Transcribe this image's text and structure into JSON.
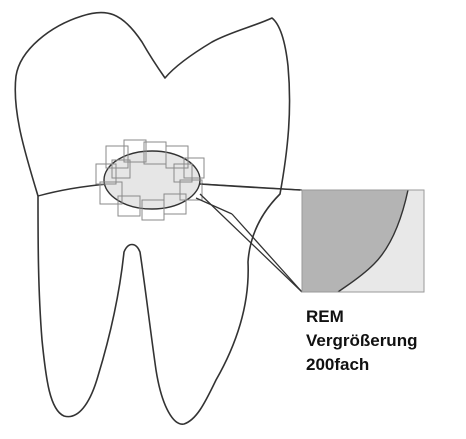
{
  "caption": {
    "line1": "REM",
    "line2": "Vergrößerung",
    "line3": "200fach"
  },
  "colors": {
    "outline": "#333333",
    "zone_fill": "#e6e6e6",
    "enamel_fill": "#b4b4b4",
    "dentin_fill": "#e8e8e8",
    "square_stroke": "#8a8a8a"
  }
}
